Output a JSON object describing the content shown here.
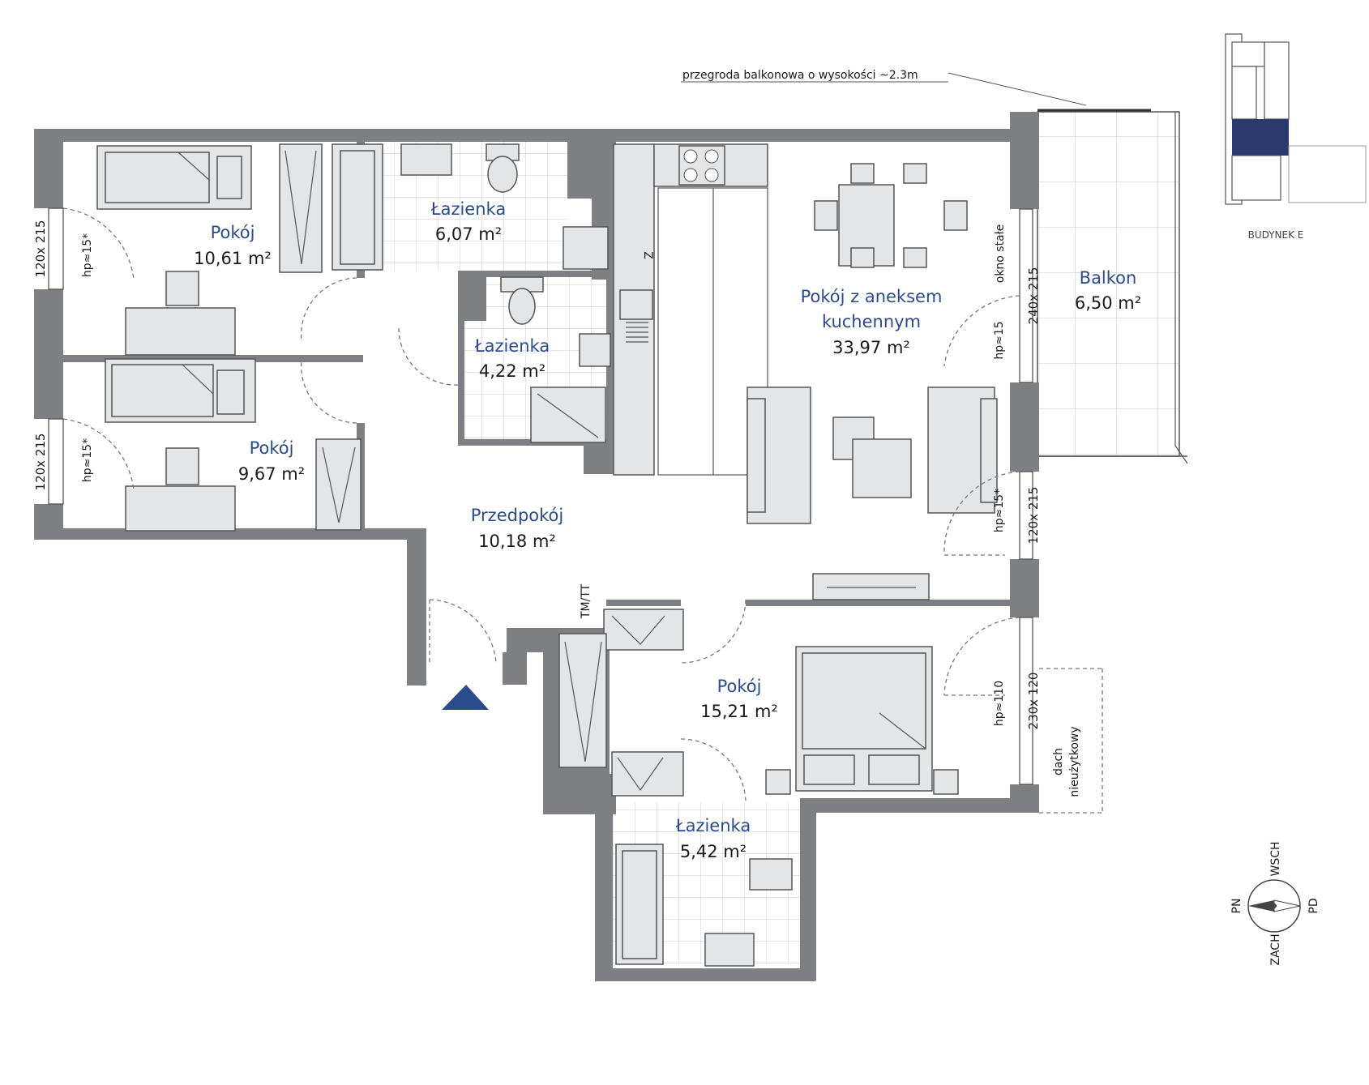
{
  "rooms": {
    "pokoj1": {
      "name": "Pokój",
      "area": "10,61 m²"
    },
    "lazienka1": {
      "name": "Łazienka",
      "area": "6,07 m²"
    },
    "lazienka2": {
      "name": "Łazienka",
      "area": "4,22 m²"
    },
    "pokoj_aneks": {
      "name_line1": "Pokój z aneksem",
      "name_line2": "kuchennym",
      "area": "33,97 m²"
    },
    "balkon": {
      "name": "Balkon",
      "area": "6,50 m²"
    },
    "pokoj2": {
      "name": "Pokój",
      "area": "9,67 m²"
    },
    "przedpokoj": {
      "name": "Przedpokój",
      "area": "10,18 m²"
    },
    "pokoj3": {
      "name": "Pokój",
      "area": "15,21 m²"
    },
    "lazienka3": {
      "name": "Łazienka",
      "area": "5,42 m²"
    }
  },
  "windows": {
    "w1": {
      "size": "120x 215",
      "hp": "hp≈15*"
    },
    "w2": {
      "size": "120x 215",
      "hp": "hp≈15*"
    },
    "w3": {
      "size": "240x 215",
      "hp": "hp≈15",
      "note": "okno stałe"
    },
    "w4": {
      "size": "120x 215",
      "hp": "hp≈15*"
    },
    "w5": {
      "size": "230x 120",
      "hp": "hp≈110"
    }
  },
  "labels": {
    "partition_note": "przegroda balkonowa o wysokości ~2.3m",
    "tm_tt": "TM/TT",
    "fridge_mark": "Z",
    "roof_line1": "dach",
    "roof_line2": "nieużytkowy",
    "building": "BUDYNEK E"
  },
  "compass": {
    "n": "WSCH",
    "s": "ZACH",
    "w": "PN",
    "e": "PD"
  },
  "colors": {
    "accent": "#2b4c8c",
    "wall": "#7d7f82",
    "furniture": "#e4e5e7"
  }
}
